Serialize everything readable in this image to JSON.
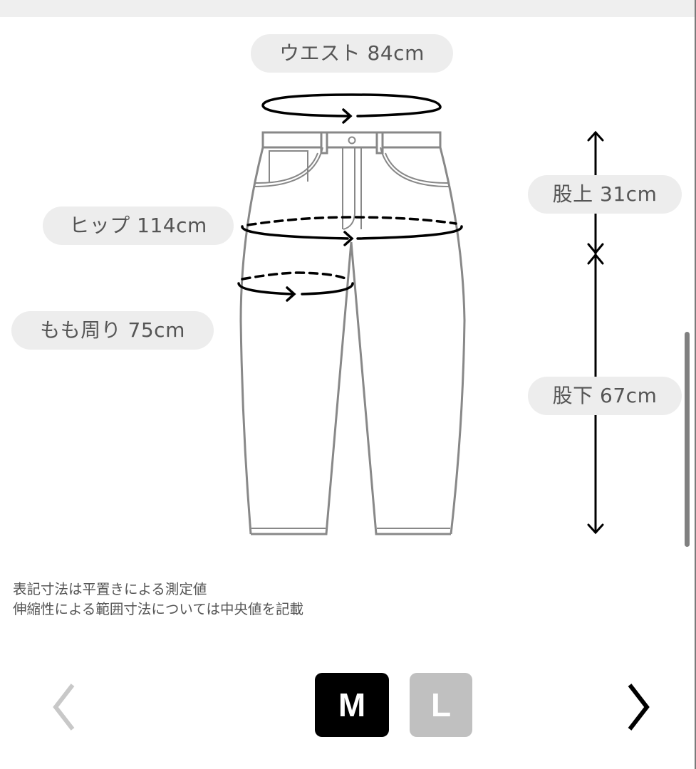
{
  "measurements": {
    "waist": {
      "label": "ウエスト",
      "value": "84cm",
      "text": "ウエスト 84cm"
    },
    "hip": {
      "label": "ヒップ",
      "value": "114cm",
      "text": "ヒップ 114cm"
    },
    "thigh": {
      "label": "もも周り",
      "value": "75cm",
      "text": "もも周り 75cm"
    },
    "rise": {
      "label": "股上",
      "value": "31cm",
      "text": "股上 31cm"
    },
    "inseam": {
      "label": "股下",
      "value": "67cm",
      "text": "股下 67cm"
    }
  },
  "notes": {
    "line1": "表記寸法は平置きによる測定値",
    "line2": "伸縮性による範囲寸法については中央値を記載"
  },
  "size_selector": {
    "sizes": [
      {
        "label": "M",
        "selected": true,
        "color": "#000000"
      },
      {
        "label": "L",
        "selected": false,
        "color": "#c0c0c0"
      }
    ],
    "prev_icon": "chevron-left-icon",
    "next_icon": "chevron-right-icon",
    "prev_color": "#c8c8c8",
    "next_color": "#000000"
  },
  "colors": {
    "pill_bg": "#ededed",
    "outline": "#888888",
    "measure_line": "#000000"
  }
}
